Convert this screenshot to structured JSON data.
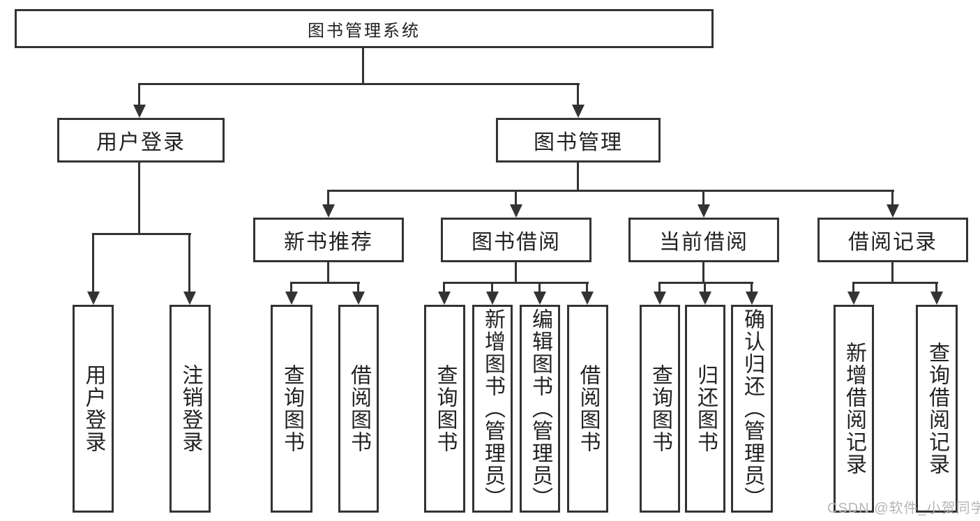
{
  "diagram": {
    "root": {
      "label": "图书管理系统"
    },
    "level2": [
      {
        "label": "用户登录"
      },
      {
        "label": "图书管理"
      }
    ],
    "level3": [
      {
        "label": "新书推荐",
        "parent": "图书管理"
      },
      {
        "label": "图书借阅",
        "parent": "图书管理"
      },
      {
        "label": "当前借阅",
        "parent": "图书管理"
      },
      {
        "label": "借阅记录",
        "parent": "图书管理"
      }
    ],
    "leaves": [
      {
        "label": "用户登录",
        "parent": "用户登录"
      },
      {
        "label": "注销登录",
        "parent": "用户登录"
      },
      {
        "label": "查询图书",
        "parent": "新书推荐"
      },
      {
        "label": "借阅图书",
        "parent": "新书推荐"
      },
      {
        "label": "查询图书",
        "parent": "图书借阅"
      },
      {
        "label": "新增图书（管理员）",
        "parent": "图书借阅"
      },
      {
        "label": "编辑图书（管理员）",
        "parent": "图书借阅"
      },
      {
        "label": "借阅图书",
        "parent": "图书借阅"
      },
      {
        "label": "查询图书",
        "parent": "当前借阅"
      },
      {
        "label": "归还图书",
        "parent": "当前借阅"
      },
      {
        "label": "确认归还（管理员）",
        "parent": "当前借阅"
      },
      {
        "label": "新增借阅记录",
        "parent": "借阅记录"
      },
      {
        "label": "查询借阅记录",
        "parent": "借阅记录"
      }
    ],
    "watermark": {
      "text": "CSDN @软件_小贺同学"
    },
    "colors": {
      "line": "#333333",
      "text": "#222222",
      "watermark": "#b5b5b5",
      "background": "#ffffff"
    }
  }
}
